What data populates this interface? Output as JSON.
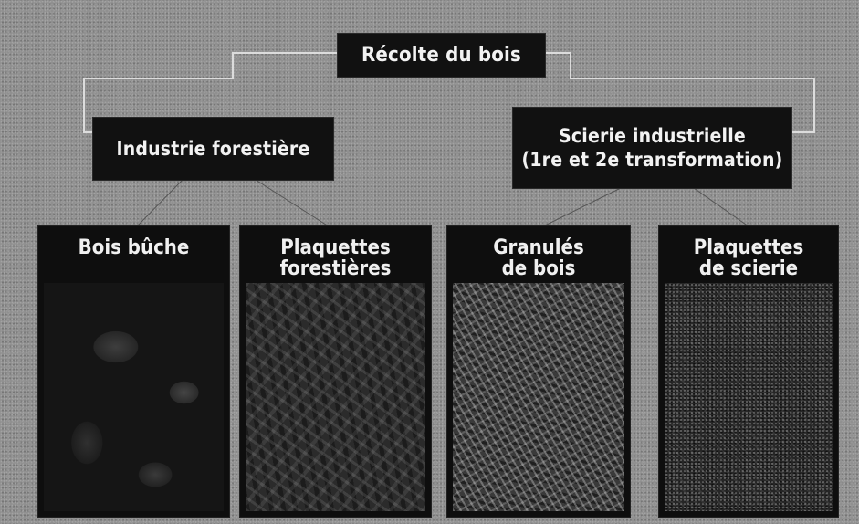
{
  "diagram": {
    "root": {
      "label": "Récolte du bois"
    },
    "branches": [
      {
        "lines": [
          "Industrie forestière"
        ]
      },
      {
        "lines": [
          "Scierie industrielle",
          "(1re et 2e transformation)"
        ]
      }
    ],
    "products": [
      {
        "lines": [
          "Bois bûche"
        ],
        "image": "firewood-logs"
      },
      {
        "lines": [
          "Plaquettes",
          "forestières"
        ],
        "image": "forest-wood-chips"
      },
      {
        "lines": [
          "Granulés",
          "de bois"
        ],
        "image": "wood-pellets"
      },
      {
        "lines": [
          "Plaquettes",
          "de scierie"
        ],
        "image": "sawmill-chips"
      }
    ]
  }
}
